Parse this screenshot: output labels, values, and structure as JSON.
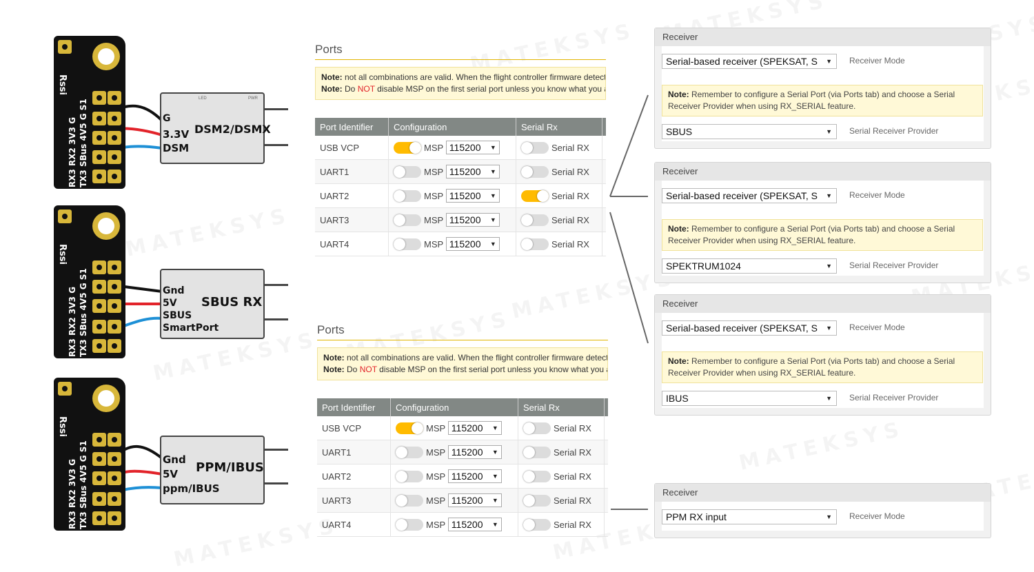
{
  "watermark": "MATEKSYS",
  "boards": [
    {
      "silkscreen": {
        "rssi": "Rssi",
        "col1": "TX3 SBus 4V5 G S1",
        "col2": "RX3 RX2 3V3 G"
      },
      "receiver": {
        "name": "DSM2/DSMX",
        "pins": [
          "G",
          "3.3V",
          "DSM"
        ],
        "led": "LED",
        "pin_tag": "PWR"
      }
    },
    {
      "silkscreen": {
        "rssi": "Rssi",
        "col1": "TX3 SBus 4V5 G S1",
        "col2": "RX3 RX2 3V3 G"
      },
      "receiver": {
        "name": "SBUS RX",
        "pins": [
          "Gnd",
          "5V",
          "SBUS",
          "SmartPort"
        ]
      }
    },
    {
      "silkscreen": {
        "rssi": "Rssi",
        "col1": "TX3 SBus 4V5 G S1",
        "col2": "RX3 RX2 3V3 G"
      },
      "receiver": {
        "name": "PPM/IBUS",
        "pins": [
          "Gnd",
          "5V",
          "ppm/IBUS"
        ]
      }
    }
  ],
  "ports_panels": [
    {
      "title": "Ports",
      "note1_bold": "Note:",
      "note1_text": " not all combinations are valid. When the flight controller firmware detects this the serial port configuration will be reset.",
      "note2_bold": "Note:",
      "note2_pre": " Do ",
      "note2_not": "NOT",
      "note2_post": " disable MSP on the first serial port unless you know what you are doing.",
      "headers": [
        "Port Identifier",
        "Configuration",
        "Serial Rx"
      ],
      "msp_label": "MSP",
      "rx_label": "Serial RX",
      "rows": [
        {
          "id": "USB VCP",
          "msp": true,
          "baud": "115200",
          "rx": false
        },
        {
          "id": "UART1",
          "msp": false,
          "baud": "115200",
          "rx": false
        },
        {
          "id": "UART2",
          "msp": false,
          "baud": "115200",
          "rx": true
        },
        {
          "id": "UART3",
          "msp": false,
          "baud": "115200",
          "rx": false
        },
        {
          "id": "UART4",
          "msp": false,
          "baud": "115200",
          "rx": false
        }
      ]
    },
    {
      "title": "Ports",
      "note1_bold": "Note:",
      "note1_text": " not all combinations are valid. When the flight controller firmware detects this the serial port configuration will be reset.",
      "note2_bold": "Note:",
      "note2_pre": " Do ",
      "note2_not": "NOT",
      "note2_post": " disable MSP on the first serial port unless you know what you are doing.",
      "headers": [
        "Port Identifier",
        "Configuration",
        "Serial Rx"
      ],
      "msp_label": "MSP",
      "rx_label": "Serial RX",
      "rows": [
        {
          "id": "USB VCP",
          "msp": true,
          "baud": "115200",
          "rx": false
        },
        {
          "id": "UART1",
          "msp": false,
          "baud": "115200",
          "rx": false
        },
        {
          "id": "UART2",
          "msp": false,
          "baud": "115200",
          "rx": false
        },
        {
          "id": "UART3",
          "msp": false,
          "baud": "115200",
          "rx": false
        },
        {
          "id": "UART4",
          "msp": false,
          "baud": "115200",
          "rx": false
        }
      ]
    }
  ],
  "receivers": [
    {
      "head": "Receiver",
      "mode": "Serial-based receiver (SPEKSAT, S",
      "mode_label": "Receiver Mode",
      "note_bold": "Note:",
      "note_text": " Remember to configure a Serial Port (via Ports tab) and choose a Serial Receiver Provider when using RX_SERIAL feature.",
      "provider": "SBUS",
      "provider_label": "Serial Receiver Provider"
    },
    {
      "head": "Receiver",
      "mode": "Serial-based receiver (SPEKSAT, S",
      "mode_label": "Receiver Mode",
      "note_bold": "Note:",
      "note_text": " Remember to configure a Serial Port (via Ports tab) and choose a Serial Receiver Provider when using RX_SERIAL feature.",
      "provider": "SPEKTRUM1024",
      "provider_label": "Serial Receiver Provider"
    },
    {
      "head": "Receiver",
      "mode": "Serial-based receiver (SPEKSAT, S",
      "mode_label": "Receiver Mode",
      "note_bold": "Note:",
      "note_text": " Remember to configure a Serial Port (via Ports tab) and choose a Serial Receiver Provider when using RX_SERIAL feature.",
      "provider": "IBUS",
      "provider_label": "Serial Receiver Provider"
    },
    {
      "head": "Receiver",
      "mode": "PPM RX input",
      "mode_label": "Receiver Mode"
    }
  ],
  "colors": {
    "accent": "#ffbb00",
    "header_gray": "#828885",
    "note_bg": "#fff9d7",
    "wire_red": "#e2232a",
    "wire_blue": "#1e90d6",
    "pad_gold": "#d8b73a"
  }
}
